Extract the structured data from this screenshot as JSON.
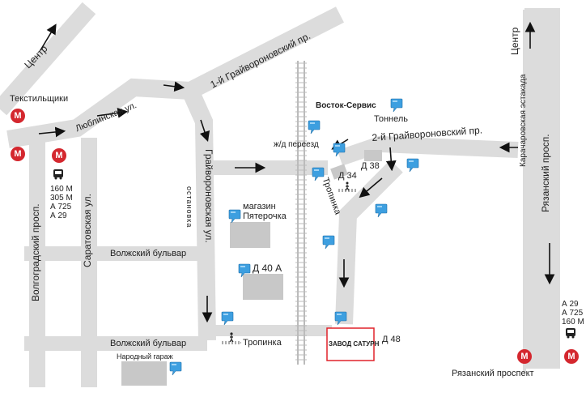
{
  "roads": {
    "volgogradsky": "Волгоградский просп.",
    "saratovskaya": "Саратовская ул.",
    "lyublinskaya": "Люблинская ул.",
    "grayvoronovsky_1": "1-й Грайвороновский пр.",
    "grayvoronovskaya": "Грайвороновская ул.",
    "volzhsky_1": "Волжский бульвар",
    "volzhsky_2": "Волжский бульвар",
    "grayvoronovsky_2": "2-й Грайвороновский пр.",
    "ryazansky": "Рязанский просп.",
    "karacharovskaya": "Карачаровская эстакада"
  },
  "directions": {
    "center_left": "Центр",
    "center_right": "Центр"
  },
  "metro": {
    "symbol": "М",
    "tekstilshchiki": "Текстильщики",
    "ryazansky": "Рязанский проспект"
  },
  "stop_label": "остановка",
  "bus_left": [
    "160 М",
    "305 М",
    "А 725",
    "А 29"
  ],
  "bus_right": [
    "А 29",
    "А 725",
    "160 М"
  ],
  "places": {
    "vostok_service": "Восток-Сервис",
    "pyaterochka": "магазин\nПятерочка",
    "d40a": "Д 40 А",
    "d34": "Д 34",
    "d38": "Д 38",
    "d48": "Д 48",
    "zavod_saturn": "ЗАВОД САТУРН",
    "narodny_garazh": "Народный гараж",
    "tonnel": "Тоннель",
    "crossing": "ж/д переезд",
    "tropinka_1": "Тропинка",
    "tropinka_2": "Тропинка"
  },
  "colors": {
    "road": "#dcdcdc",
    "building": "#c8c8c8",
    "metro": "#d4272e",
    "pin": "#3d9fe0",
    "highlight": "#e0222a"
  }
}
